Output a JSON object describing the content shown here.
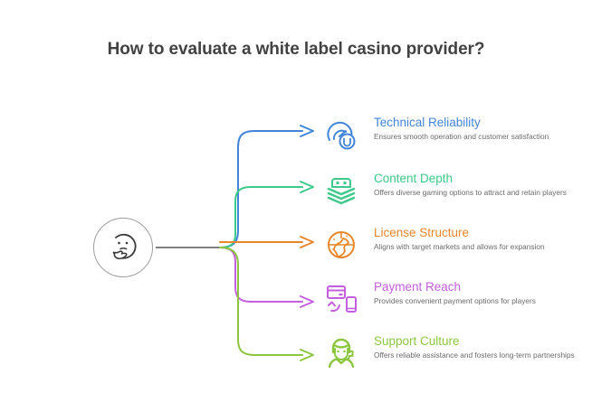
{
  "title": "How to evaluate a white label casino provider?",
  "hub": {
    "icon": "thinking-face-icon",
    "outline_color": "#9e9e9e"
  },
  "trunk_color": "#808080",
  "branches": [
    {
      "heading": "Technical Reliability",
      "description": "Ensures smooth operation and customer satisfaction",
      "color": "#4285d8",
      "icon": "speedometer-gauge-icon"
    },
    {
      "heading": "Content Depth",
      "description": "Offers diverse gaming options to attract and retain players",
      "color": "#3cc98a",
      "icon": "gamepad-layers-icon"
    },
    {
      "heading": "License Structure",
      "description": "Aligns with target markets and allows for expansion",
      "color": "#e8862a",
      "icon": "globe-icon"
    },
    {
      "heading": "Payment Reach",
      "description": "Provides convenient payment options for players",
      "color": "#c45fe0",
      "icon": "card-phone-payment-icon"
    },
    {
      "heading": "Support Culture",
      "description": "Offers reliable assistance and fosters long-term partnerships",
      "color": "#8cc63f",
      "icon": "headset-agent-icon"
    }
  ]
}
